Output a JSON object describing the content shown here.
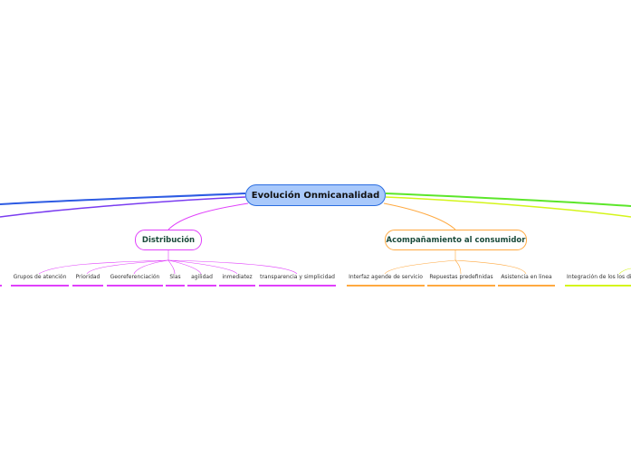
{
  "central": {
    "label": "Evolución Onmicanalidad"
  },
  "branches": {
    "distribucion": {
      "label": "Distribución",
      "color": "#e040fb",
      "leaves": [
        "Grupos de atención",
        "Prioridad",
        "Georeferenciación",
        "Slas",
        "agilidad",
        "inmediatez",
        "transparencia y simplicidad"
      ]
    },
    "acompanamiento": {
      "label": "Acompañamiento al consumidor",
      "color": "#ffa940",
      "leaves": [
        "Interfaz agende de servicio",
        "Repuestas predefinidas",
        "Asistencia en linea"
      ]
    },
    "integracion": {
      "color": "#d4f51a",
      "leaves": [
        "Integración de los los dif"
      ]
    }
  }
}
